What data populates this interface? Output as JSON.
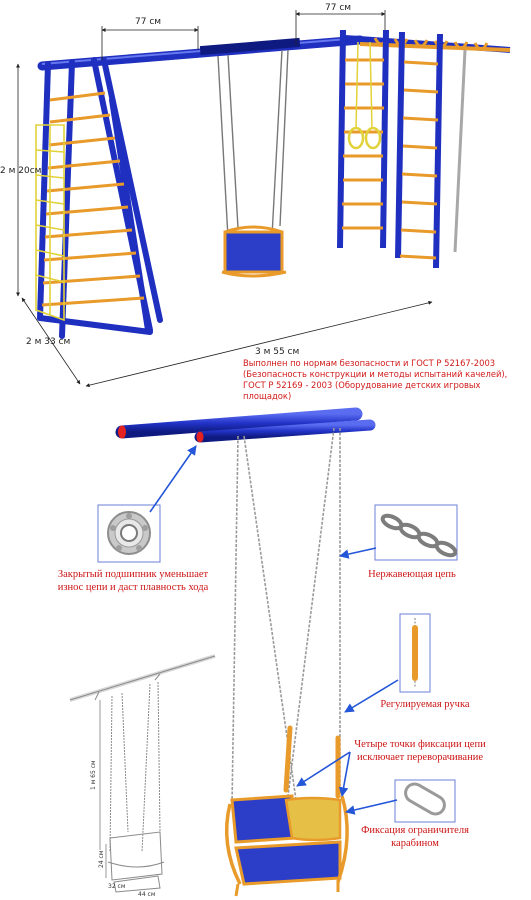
{
  "dimensions": {
    "top_left_span": "77 см",
    "top_right_span": "77 см",
    "height": "2 м 20см",
    "depth": "2 м 33 см",
    "length": "3 м 55 см",
    "swing_height": "1 м 65 см",
    "seat_height": "24 см",
    "seat_depth": "32 см",
    "seat_width": "44 см"
  },
  "compliance_note": "Выполнен по нормам безопасности и ГОСТ Р 52167-2003 (Безопасность конструкции и методы испытаний качелей), ГОСТ Р 52169 - 2003 (Оборудование детских игровых площадок)",
  "callouts": {
    "bearing": "Закрытый подшипник уменьшает износ цепи и даст плавность хода",
    "chain": "Нержавеющая цепь",
    "handle": "Регулируемая ручка",
    "fixation": "Четыре точки фиксации цепи исключает переворачивание",
    "carabiner": "Фиксация ограничителя карабином"
  },
  "colors": {
    "frame_blue": "#1f2fbf",
    "rung_orange": "#e89a2a",
    "seat_blue": "#2c3dc8",
    "net_yellow": "#e2d23a",
    "label_red": "#cc1515",
    "arrow_blue": "#2456d8"
  }
}
